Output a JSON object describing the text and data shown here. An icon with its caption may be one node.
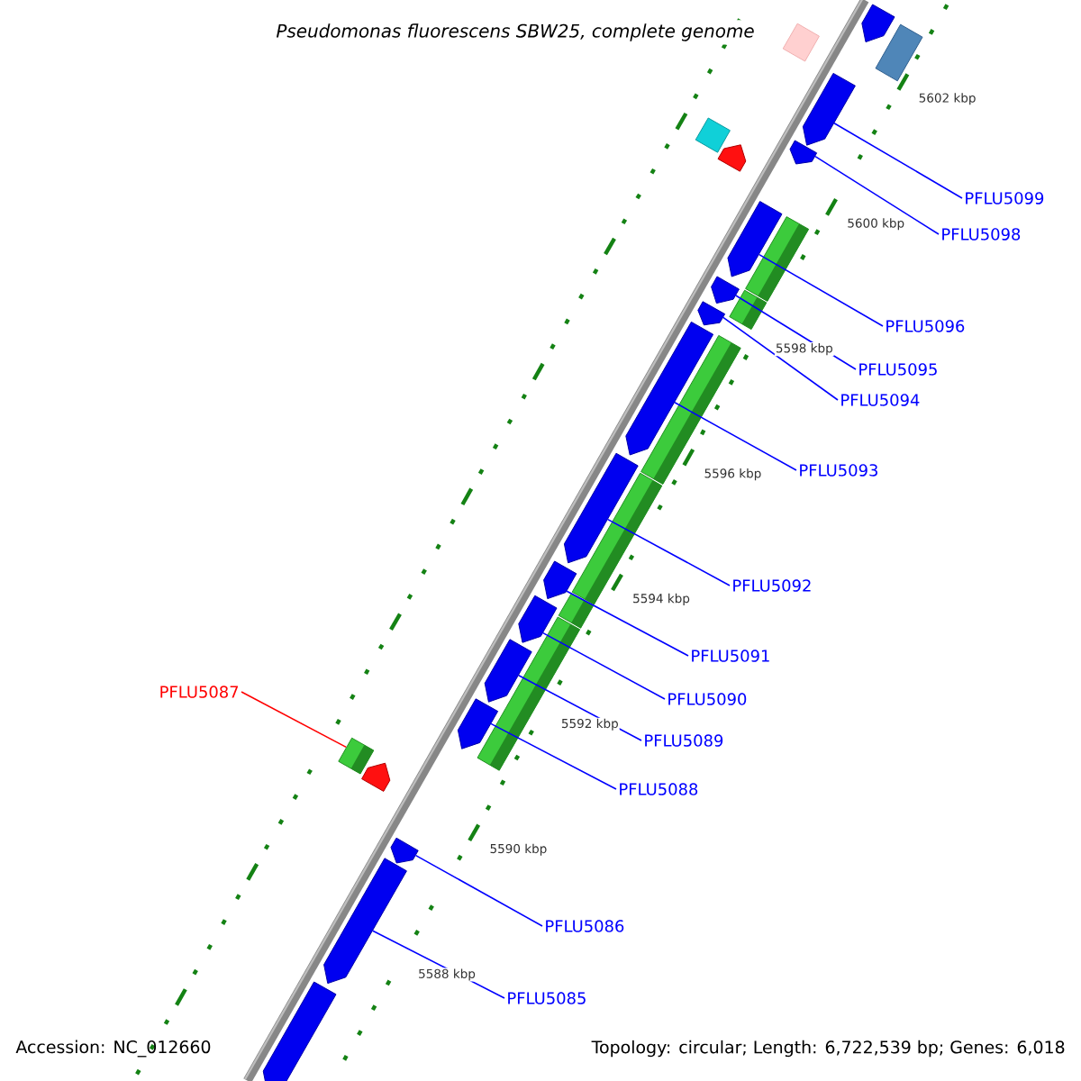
{
  "diagram": {
    "title": "Pseudomonas fluorescens SBW25, complete genome",
    "nodes": [
      {
        "text": [
          "PFLU5099"
        ]
      },
      {
        "text": [
          "PFLU5098"
        ]
      },
      {
        "text": [
          "PFLU5096"
        ]
      },
      {
        "text": [
          "PFLU5095"
        ]
      },
      {
        "text": [
          "PFLU5094"
        ]
      },
      {
        "text": [
          "PFLU5093"
        ]
      },
      {
        "text": [
          "PFLU5092"
        ]
      },
      {
        "text": [
          "PFLU5091"
        ]
      },
      {
        "text": [
          "PFLU5090"
        ]
      },
      {
        "text": [
          "PFLU5089"
        ]
      },
      {
        "text": [
          "PFLU5088"
        ]
      },
      {
        "text": [
          "PFLU5087"
        ]
      },
      {
        "text": [
          "PFLU5086"
        ]
      },
      {
        "text": [
          "PFLU5085"
        ]
      },
      {
        "text": [],
        "shape": "arrow"
      },
      {
        "text": [],
        "shape": "arrow"
      },
      {
        "text": [],
        "shape": "arrow"
      },
      {
        "text": [],
        "shape": "arrow"
      },
      {
        "text": [],
        "shape": "arrow"
      },
      {
        "text": [],
        "shape": "arrow"
      },
      {
        "text": [],
        "shape": "arrow"
      },
      {
        "text": [],
        "shape": "arrow"
      },
      {
        "text": [],
        "shape": "arrow"
      },
      {
        "text": [],
        "shape": "arrow"
      },
      {
        "text": [],
        "shape": "arrow"
      },
      {
        "text": [],
        "shape": "box"
      },
      {
        "text": [],
        "shape": "arrow"
      },
      {
        "text": [],
        "shape": "arrow"
      },
      {
        "text": [],
        "shape": "arrow"
      },
      {
        "text": [],
        "shape": "box"
      },
      {
        "text": [],
        "shape": "box"
      },
      {
        "text": [],
        "shape": "box"
      },
      {
        "text": [],
        "shape": "arrow"
      },
      {
        "text": [],
        "shape": "box"
      },
      {
        "text": [],
        "shape": "box"
      },
      {
        "text": [],
        "shape": "box"
      },
      {
        "text": [],
        "shape": "box"
      },
      {
        "text": [],
        "shape": "box"
      },
      {
        "text": [],
        "shape": "box"
      },
      {
        "text": [],
        "shape": "arrow"
      },
      {
        "text": [],
        "shape": "arrow"
      }
    ],
    "edges": [
      {
        "from": 0,
        "to": 14,
        "arrow": "none"
      },
      {
        "from": 1,
        "to": 15,
        "arrow": "none"
      },
      {
        "from": 2,
        "to": 16,
        "arrow": "none"
      },
      {
        "from": 3,
        "to": 17,
        "arrow": "none"
      },
      {
        "from": 4,
        "to": 18,
        "arrow": "none"
      },
      {
        "from": 5,
        "to": 19,
        "arrow": "none"
      },
      {
        "from": 6,
        "to": 20,
        "arrow": "none"
      },
      {
        "from": 7,
        "to": 21,
        "arrow": "none"
      },
      {
        "from": 8,
        "to": 22,
        "arrow": "none"
      },
      {
        "from": 9,
        "to": 23,
        "arrow": "none"
      },
      {
        "from": 10,
        "to": 24,
        "arrow": "none"
      },
      {
        "from": 11,
        "to": 25,
        "arrow": "none",
        "color": "#ff0000"
      },
      {
        "from": 12,
        "to": 26,
        "arrow": "none"
      },
      {
        "from": 13,
        "to": 27,
        "arrow": "none"
      }
    ],
    "labels": [
      "5602 kbp",
      "5600 kbp",
      "5598 kbp",
      "5596 kbp",
      "5594 kbp",
      "5592 kbp",
      "5590 kbp",
      "5588 kbp",
      "Accession: NC_012660",
      "Topology: circular; Length: 6,722,539 bp; Genes: 6,018"
    ]
  }
}
